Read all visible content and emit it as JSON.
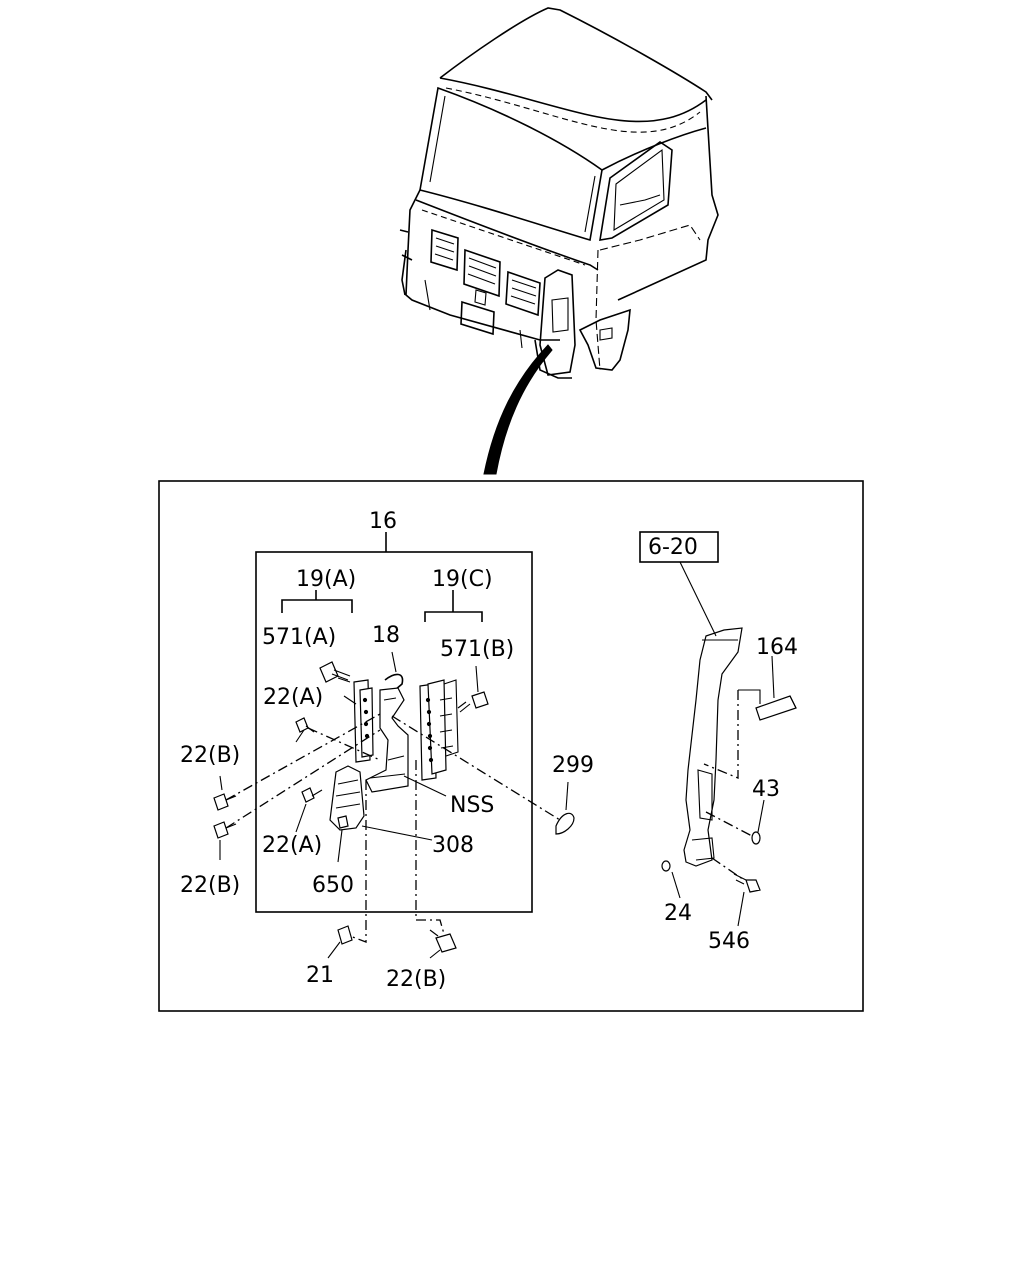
{
  "labels": {
    "l16": "16",
    "l19a": "19(A)",
    "l19c": "19(C)",
    "l571a": "571(A)",
    "l18": "18",
    "l571b": "571(B)",
    "l22a_top": "22(A)",
    "l22b_left1": "22(B)",
    "l22b_left2": "22(B)",
    "l22a_bot": "22(A)",
    "l308": "308",
    "l650": "650",
    "lnss": "NSS",
    "l299": "299",
    "l21": "21",
    "l22b_bot": "22(B)",
    "l620": "6-20",
    "l164": "164",
    "l43": "43",
    "l24": "24",
    "l546": "546"
  }
}
